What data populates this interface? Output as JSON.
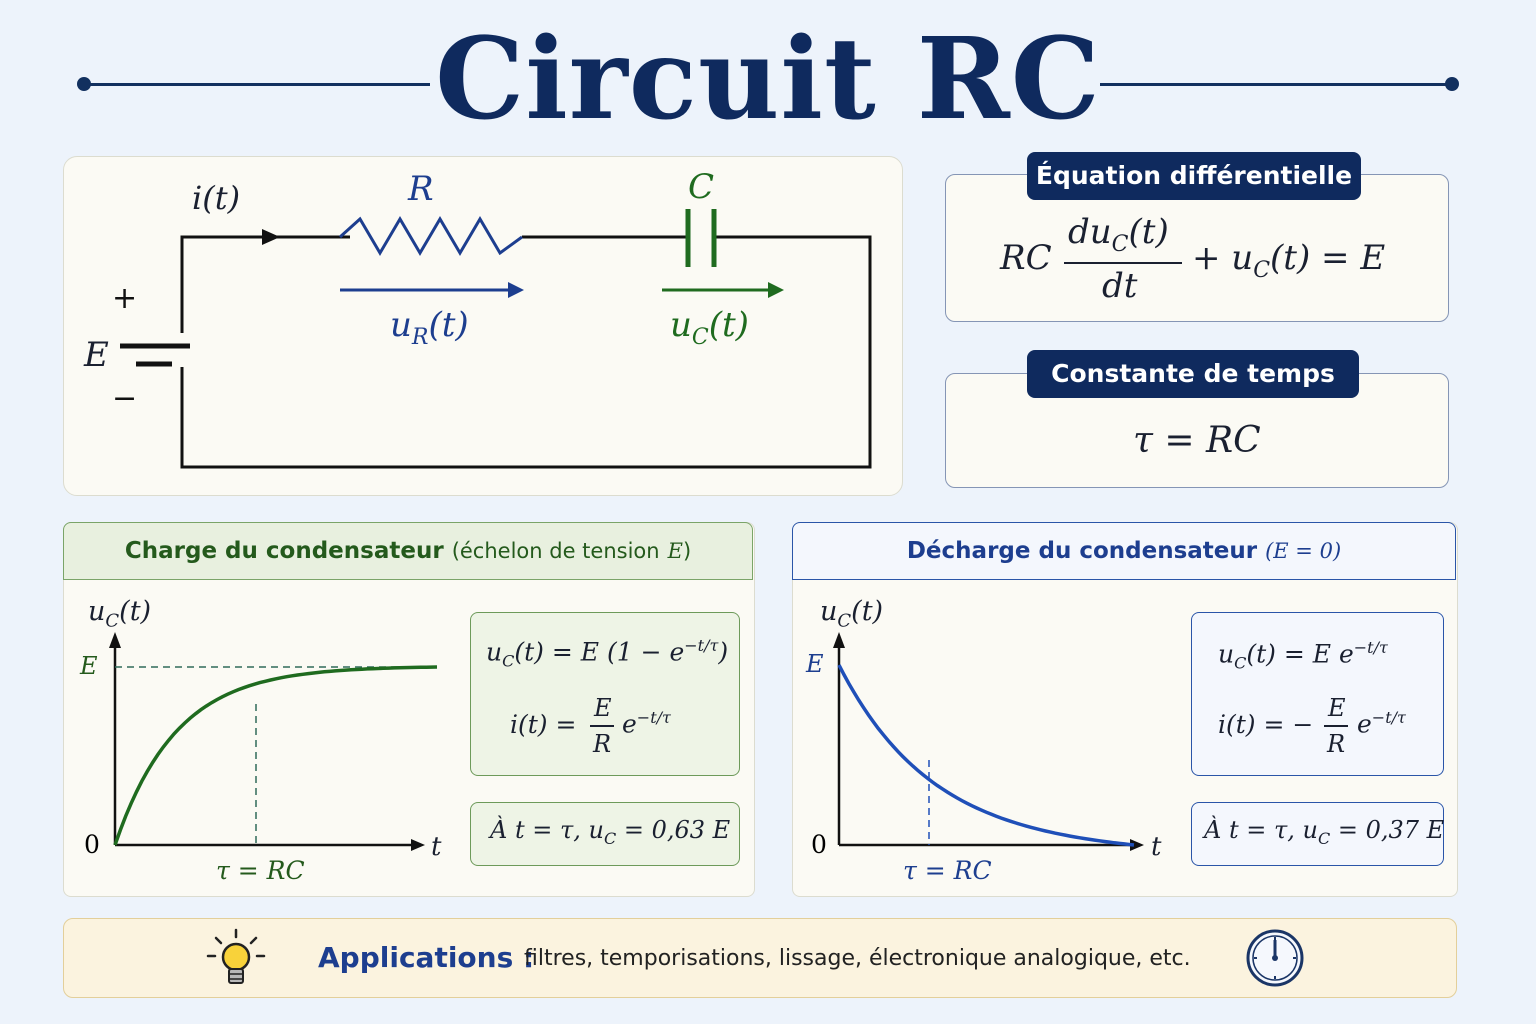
{
  "title": "Circuit RC",
  "circuit": {
    "current_label": "i(t)",
    "resistor_label": "R",
    "capacitor_label": "C",
    "source_label": "E",
    "plus": "+",
    "minus": "−",
    "ur_label": "u",
    "ur_sub": "R",
    "ur_arg": "(t)",
    "uc_label": "u",
    "uc_sub": "C",
    "uc_arg": "(t)"
  },
  "equation": {
    "header": "Équation différentielle",
    "rc": "RC",
    "num_u": "du",
    "num_sub": "C",
    "num_arg": "(t)",
    "den": "dt",
    "plus_u": "+ u",
    "plus_sub": "C",
    "rhs": "(t) = E"
  },
  "time_constant": {
    "header": "Constante de temps",
    "formula": "τ = RC"
  },
  "charge": {
    "header": "Charge du condensateur",
    "header_sub": "(échelon de tension",
    "header_sub_var": "E",
    "header_sub_end": ")",
    "y_label_u": "u",
    "y_label_sub": "C",
    "y_label_arg": "(t)",
    "y_tick_E": "E",
    "origin": "0",
    "x_label": "t",
    "tau_label": "τ = RC",
    "formula1_lhs": "u",
    "formula1_sub": "C",
    "formula1_rhs": "(t) = E",
    "formula1_paren": "(1 − e",
    "formula1_exp": "−t/τ",
    "formula1_close": ")",
    "formula2_lhs": "i(t) =",
    "formula2_num": "E",
    "formula2_den": "R",
    "formula2_e": "e",
    "formula2_exp": "−t/τ",
    "note_prefix": "À t = τ,  u",
    "note_sub": "C",
    "note_value": " = 0,63 E",
    "color": "#1f6b1f"
  },
  "discharge": {
    "header": "Décharge du condensateur",
    "header_sub": "(E = 0)",
    "y_label_u": "u",
    "y_label_sub": "C",
    "y_label_arg": "(t)",
    "y_tick_E": "E",
    "origin": "0",
    "x_label": "t",
    "tau_label": "τ = RC",
    "formula1_lhs": "u",
    "formula1_sub": "C",
    "formula1_rhs": "(t) = E e",
    "formula1_exp": "−t/τ",
    "formula2_lhs": "i(t) = −",
    "formula2_num": "E",
    "formula2_den": "R",
    "formula2_e": "e",
    "formula2_exp": "−t/τ",
    "note_prefix": "À t = τ,  u",
    "note_sub": "C",
    "note_value": " = 0,37 E",
    "color": "#1f4fb8"
  },
  "applications": {
    "label": "Applications :",
    "text": "filtres, temporisations, lissage, électronique analogique, etc."
  }
}
